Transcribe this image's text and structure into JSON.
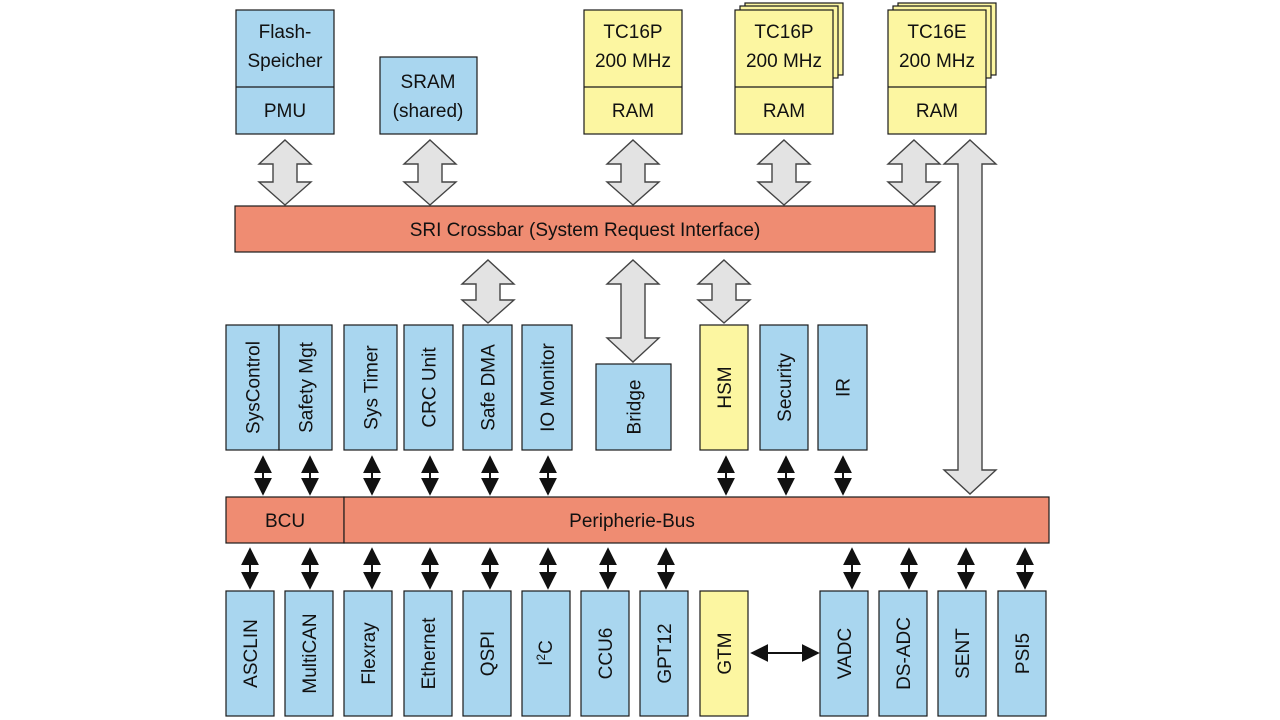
{
  "cores": {
    "flash": {
      "line1": "Flash-",
      "line2": "Speicher",
      "sub": "PMU"
    },
    "sram": {
      "line1": "SRAM",
      "line2": "(shared)"
    },
    "tc16p_a": {
      "line1": "TC16P",
      "line2": "200 MHz",
      "sub": "RAM"
    },
    "tc16p_b": {
      "line1": "TC16P",
      "line2": "200 MHz",
      "sub": "RAM"
    },
    "tc16e": {
      "line1": "TC16E",
      "line2": "200 MHz",
      "sub": "RAM"
    }
  },
  "buses": {
    "sri": "SRI Crossbar (System Request Interface)",
    "bcu": "BCU",
    "peripheral": "Peripherie-Bus"
  },
  "middle_modules": [
    "SysControl",
    "Safety Mgt",
    "Sys Timer",
    "CRC Unit",
    "Safe DMA",
    "IO Monitor",
    "Bridge",
    "HSM",
    "Security",
    "IR"
  ],
  "bottom_modules": [
    "ASCLIN",
    "MultiCAN",
    "Flexray",
    "Ethernet",
    "QSPI",
    "CCU6",
    "GPT12",
    "GTM",
    "VADC",
    "DS-ADC",
    "SENT",
    "PSI5"
  ],
  "i2c": {
    "base": "I",
    "sup": "2",
    "rest": "C"
  },
  "colors": {
    "blue": "#a9d6ef",
    "yellow": "#fcf6a1",
    "bus": "#ef8c72"
  }
}
